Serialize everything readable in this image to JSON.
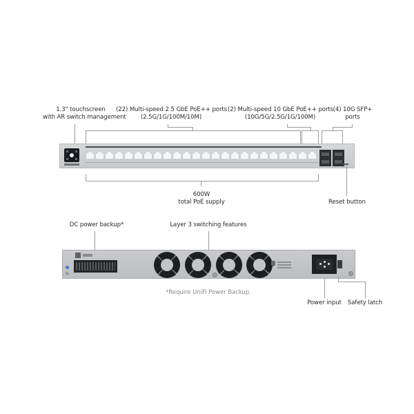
{
  "front_panel": {
    "labels": {
      "touchscreen": [
        "1.3\" touchscreen",
        "with AR switch management"
      ],
      "ports_25g": [
        "(22) Multi-speed 2.5 GbE PoE++ ports",
        "(2.5G/1G/100M/10M)"
      ],
      "ports_10g": [
        "(2) Multi-speed 10 GbE PoE++ ports",
        "(10G/5G/2.5G/1G/100M)"
      ],
      "sfp": [
        "(4) 10G SFP+",
        "ports"
      ],
      "poe_supply": [
        "600W",
        "total PoE supply"
      ],
      "reset": "Reset button"
    },
    "rj45_port_count": 24,
    "sfp_port_count": 4
  },
  "rear_panel": {
    "labels": {
      "dc_backup": "DC power backup*",
      "layer3": "Layer 3 switching features",
      "power_input": "Power input",
      "safety_latch": "Safety latch"
    },
    "fan_count": 4
  },
  "footnote": "*Require UniFi Power Backup.",
  "colors": {
    "chassis": "#cfd0d2",
    "port_dark": "#2e2f31",
    "leader_line": "#9a9a9a",
    "led_blue": "#3a7bd5"
  }
}
